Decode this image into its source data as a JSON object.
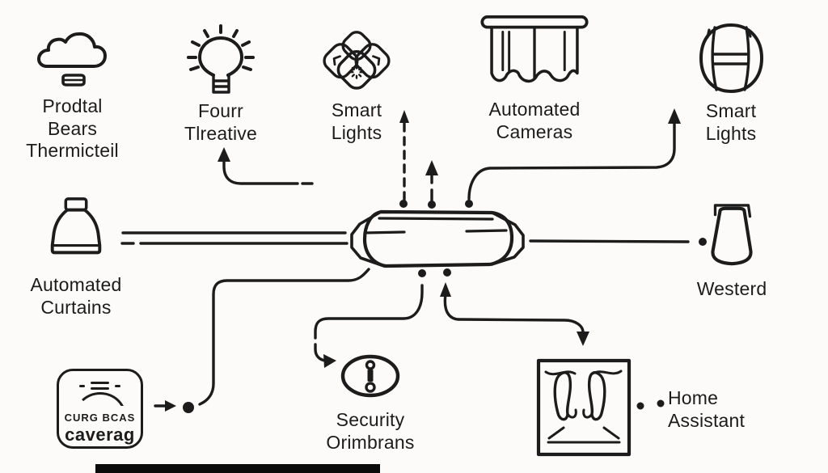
{
  "palette": {
    "background": "#fcfbfa",
    "ink": "#1c1c1c"
  },
  "nodes": {
    "thermostat": {
      "icon": "cloud-thermostat-icon",
      "lines": [
        "Prodtal",
        "Bears",
        "Thermicteil"
      ]
    },
    "creative": {
      "icon": "light-bulb-icon",
      "lines": [
        "Fourr",
        "Tlreative"
      ]
    },
    "lights_center": {
      "icon": "smart-bulb-cluster-icon",
      "lines": [
        "Smart",
        "Lights"
      ]
    },
    "cameras": {
      "icon": "curtain-icon",
      "lines": [
        "Automated",
        "Cameras"
      ]
    },
    "lights_right": {
      "icon": "smart-speaker-icon",
      "lines": [
        "Smart",
        "Lights"
      ]
    },
    "curtains": {
      "icon": "bell-cover-icon",
      "lines": [
        "Automated",
        "Curtains"
      ]
    },
    "westerd": {
      "icon": "lamp-shade-icon",
      "lines": [
        "Westerd"
      ]
    },
    "hub": {
      "icon": "hub-device-icon"
    },
    "gateway_box": {
      "brand": "CURG BCAS",
      "name": "caverag"
    },
    "security": {
      "icon": "alert-ellipse-icon",
      "lines": [
        "Security",
        "Orimbrans"
      ]
    },
    "home_assistant": {
      "icon": "house-frame-icon",
      "lines": [
        "Home",
        "Assistant"
      ]
    }
  }
}
